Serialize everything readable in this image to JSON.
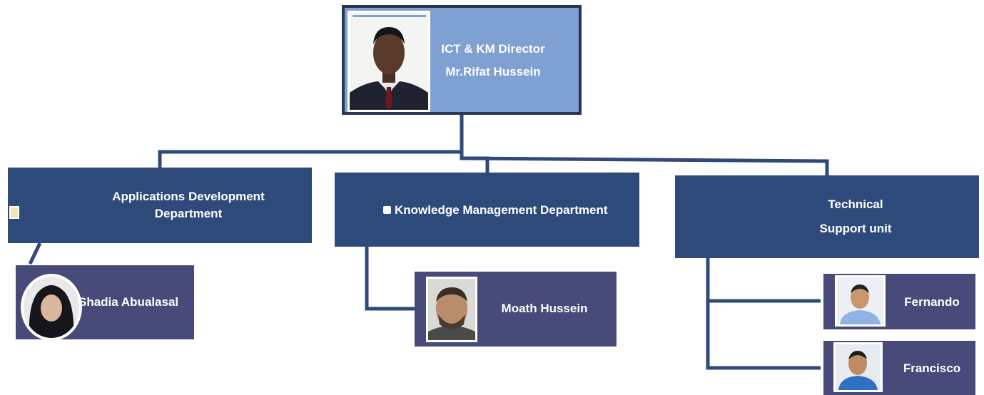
{
  "director": {
    "title": "ICT & KM Director",
    "name": "Mr.Rifat Hussein",
    "photo_icon": "person-portrait-icon"
  },
  "departments": [
    {
      "name": "Applications Development Department",
      "line1": "Applications Development",
      "line2": "Department",
      "staff": [
        {
          "name": "Shadia Abualasal",
          "photo_icon": "person-portrait-icon"
        }
      ]
    },
    {
      "name": "Knowledge Management Department",
      "bullet_icon": "square-bullet-icon",
      "staff": [
        {
          "name": "Moath Hussein",
          "photo_icon": "person-portrait-icon"
        }
      ]
    },
    {
      "name": "Technical Support unit",
      "line1": "Technical",
      "line2": "Support unit",
      "staff": [
        {
          "name": "Fernando",
          "photo_icon": "person-portrait-icon"
        },
        {
          "name": "Francisco",
          "photo_icon": "person-portrait-icon"
        }
      ]
    }
  ],
  "colors": {
    "director_fill": "#7ea0d2",
    "director_border": "#2b3553",
    "department_fill": "#2e4a7a",
    "staff_fill": "#484a7a",
    "connector": "#2e4a7a",
    "text": "#ffffff"
  }
}
